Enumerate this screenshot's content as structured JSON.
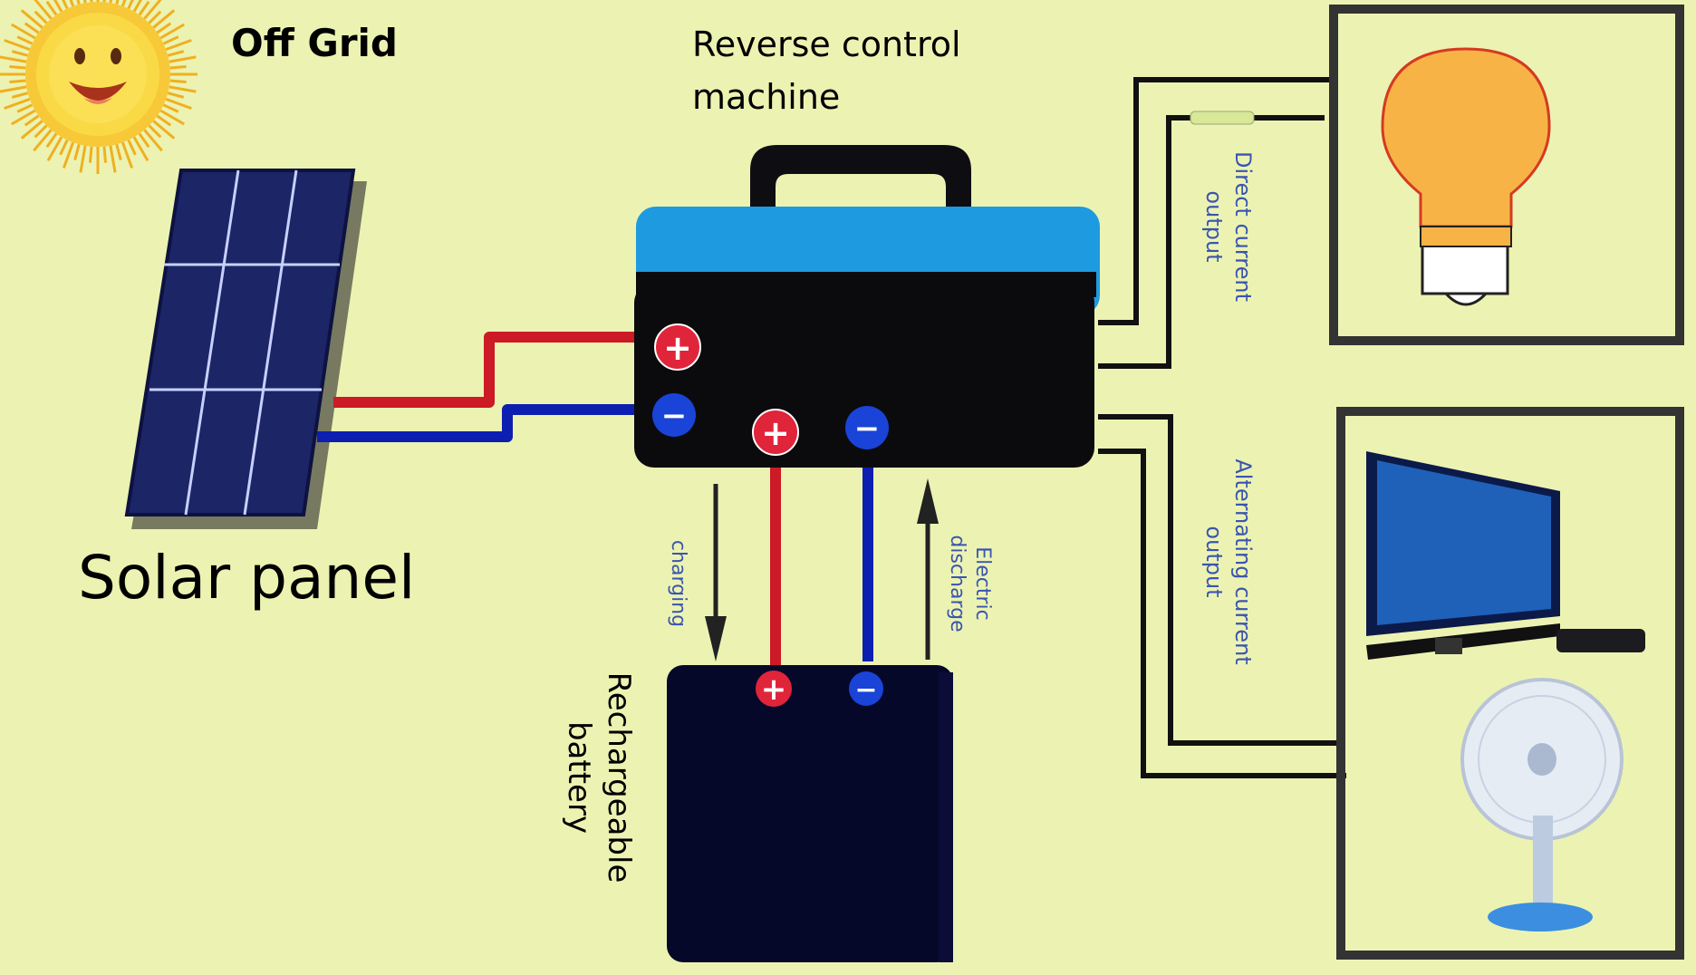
{
  "title": "Off Grid",
  "labels": {
    "controller": [
      "Reverse control",
      "machine"
    ],
    "solar_panel": "Solar panel",
    "battery": [
      "Rechargeable",
      "battery"
    ],
    "charging": "charging",
    "discharge": [
      "Electric",
      "discharge"
    ],
    "dc_output": [
      "Direct current",
      "output"
    ],
    "ac_output": [
      "Alternating current",
      "output"
    ],
    "plus": "+",
    "minus": "−"
  },
  "colors": {
    "background": "#ecf3b2",
    "positive_wire": "#cc1a26",
    "negative_wire": "#0d1fb0",
    "controller_top": "#1e9be0",
    "controller_body": "#0b0b0e",
    "battery_body": "#06082a",
    "panel_cells": "#1c2566",
    "label_blue": "#3a55b0"
  },
  "icons": {
    "sun": "sun-icon",
    "panel": "solar-panel-icon",
    "lamp": "light-bulb-icon",
    "tv": "tv-icon",
    "fan": "fan-icon"
  }
}
